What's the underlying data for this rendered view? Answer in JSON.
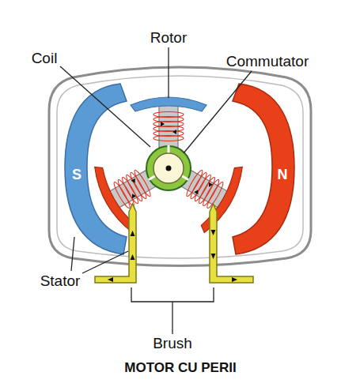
{
  "diagram": {
    "title": "MOTOR CU PERII",
    "labels": [
      "Rotor",
      "Coil",
      "Commutator",
      "S",
      "N",
      "Stator",
      "Brush"
    ]
  }
}
